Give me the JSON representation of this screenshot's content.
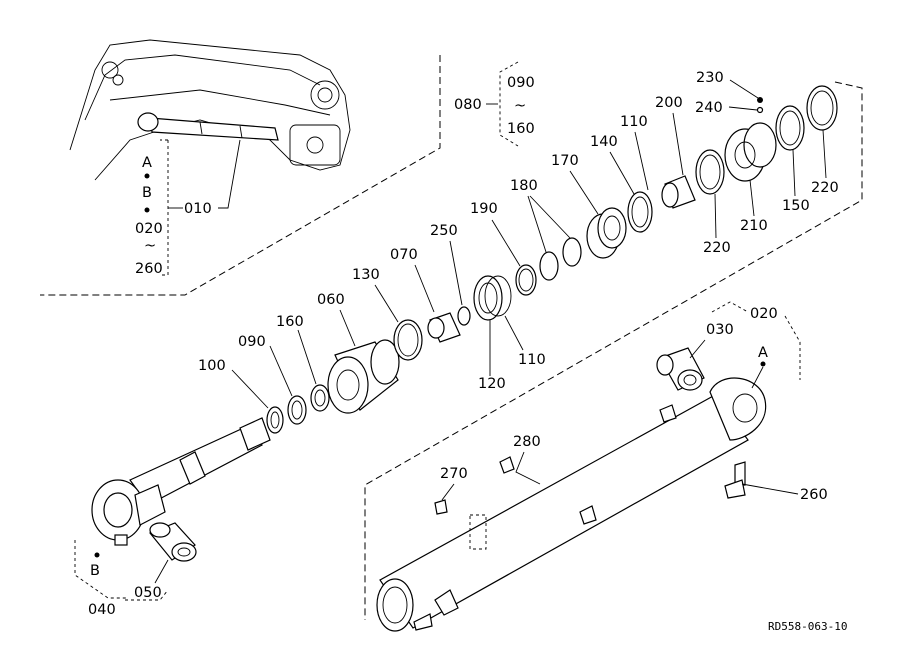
{
  "callouts": {
    "p010": "010",
    "p020_top": "020",
    "p030": "030",
    "p040": "040",
    "p050": "050",
    "p060": "060",
    "p070": "070",
    "p080": "080",
    "p090_top": "090",
    "p090": "090",
    "p100": "100",
    "p110_a": "110",
    "p110_b": "110",
    "p120": "120",
    "p130": "130",
    "p140": "140",
    "p150": "150",
    "p160_top": "160",
    "p160": "160",
    "p170": "170",
    "p180": "180",
    "p190": "190",
    "p200": "200",
    "p210": "210",
    "p220_a": "220",
    "p220_b": "220",
    "p230": "230",
    "p240": "240",
    "p250": "250",
    "p260_left": "260",
    "p260": "260",
    "p270": "270",
    "p280": "280",
    "range_020": "020",
    "tilde": "~",
    "tilde2": "~",
    "letter_a_left": "A",
    "letter_b_left": "B",
    "letter_a_right": "A",
    "letter_b_bottom": "B"
  },
  "reference_code": "RD558-063-10"
}
